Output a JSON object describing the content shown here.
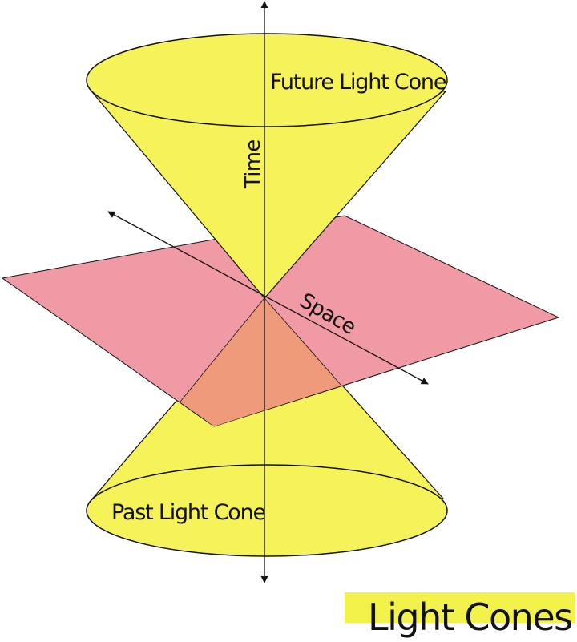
{
  "labels": {
    "future_cone": "Future Light Cone",
    "past_cone": "Past Light Cone",
    "time_axis": "Time",
    "space_axis": "Space"
  },
  "title": "Light Cones",
  "colors": {
    "cone_fill": "#f6f35a",
    "plane_fill": "#f09aa5",
    "overlap_fill": "#ef9a7a",
    "title_highlight": "#f3f24a",
    "stroke": "#111111"
  }
}
